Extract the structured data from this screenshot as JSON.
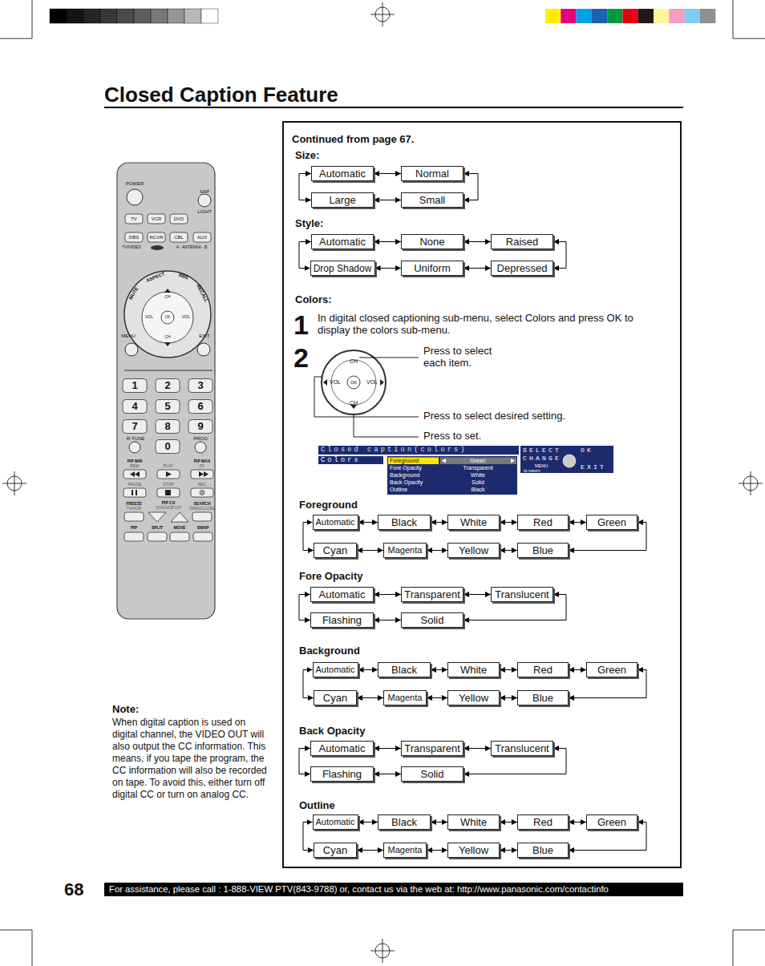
{
  "diagram": {
    "title": "Closed Caption Feature",
    "nodes": [
      {
        "text": [
          "Continued from page 67."
        ]
      },
      {
        "text": [
          "Automatic"
        ],
        "in": 0
      },
      {
        "text": [
          "Normal"
        ],
        "in": 0
      },
      {
        "text": [
          "Large"
        ],
        "in": 0
      },
      {
        "text": [
          "Small"
        ],
        "in": 0
      },
      {
        "text": [
          "Automatic"
        ],
        "in": 0
      },
      {
        "text": [
          "None"
        ],
        "in": 0
      },
      {
        "text": [
          "Raised"
        ],
        "in": 0
      },
      {
        "text": [
          "Drop Shadow"
        ],
        "in": 0
      },
      {
        "text": [
          "Uniform"
        ],
        "in": 0
      },
      {
        "text": [
          "Depressed"
        ],
        "in": 0
      },
      {
        "text": [
          "Automatic"
        ],
        "in": 0
      },
      {
        "text": [
          "Black"
        ],
        "in": 0
      },
      {
        "text": [
          "White"
        ],
        "in": 0
      },
      {
        "text": [
          "Red"
        ],
        "in": 0
      },
      {
        "text": [
          "Green"
        ],
        "in": 0
      },
      {
        "text": [
          "Cyan"
        ],
        "in": 0
      },
      {
        "text": [
          "Magenta"
        ],
        "in": 0
      },
      {
        "text": [
          "Yellow"
        ],
        "in": 0
      },
      {
        "text": [
          "Blue"
        ],
        "in": 0
      },
      {
        "text": [
          "Automatic"
        ],
        "in": 0
      },
      {
        "text": [
          "Transparent"
        ],
        "in": 0
      },
      {
        "text": [
          "Translucent"
        ],
        "in": 0
      },
      {
        "text": [
          "Flashing"
        ],
        "in": 0
      },
      {
        "text": [
          "Solid"
        ],
        "in": 0
      },
      {
        "text": [
          "Automatic"
        ],
        "in": 0
      },
      {
        "text": [
          "Black"
        ],
        "in": 0
      },
      {
        "text": [
          "White"
        ],
        "in": 0
      },
      {
        "text": [
          "Red"
        ],
        "in": 0
      },
      {
        "text": [
          "Green"
        ],
        "in": 0
      },
      {
        "text": [
          "Cyan"
        ],
        "in": 0
      },
      {
        "text": [
          "Magenta"
        ],
        "in": 0
      },
      {
        "text": [
          "Yellow"
        ],
        "in": 0
      },
      {
        "text": [
          "Blue"
        ],
        "in": 0
      },
      {
        "text": [
          "Automatic"
        ],
        "in": 0
      },
      {
        "text": [
          "Transparent"
        ],
        "in": 0
      },
      {
        "text": [
          "Translucent"
        ],
        "in": 0
      },
      {
        "text": [
          "Flashing"
        ],
        "in": 0
      },
      {
        "text": [
          "Solid"
        ],
        "in": 0
      },
      {
        "text": [
          "Automatic"
        ],
        "in": 0
      },
      {
        "text": [
          "Black"
        ],
        "in": 0
      },
      {
        "text": [
          "White"
        ],
        "in": 0
      },
      {
        "text": [
          "Red"
        ],
        "in": 0
      },
      {
        "text": [
          "Green"
        ],
        "in": 0
      },
      {
        "text": [
          "Cyan"
        ],
        "in": 0
      },
      {
        "text": [
          "Magenta"
        ],
        "in": 0
      },
      {
        "text": [
          "Yellow"
        ],
        "in": 0
      },
      {
        "text": [
          "Blue"
        ],
        "in": 0
      }
    ],
    "edges": [
      {
        "from": 1,
        "to": 2,
        "arrow": "both"
      },
      {
        "from": 2,
        "to": 4,
        "arrow": "both"
      },
      {
        "from": 4,
        "to": 3,
        "arrow": "both"
      },
      {
        "from": 3,
        "to": 1,
        "arrow": "both"
      },
      {
        "from": 5,
        "to": 6,
        "arrow": "both"
      },
      {
        "from": 6,
        "to": 7,
        "arrow": "both"
      },
      {
        "from": 7,
        "to": 10,
        "arrow": "both"
      },
      {
        "from": 10,
        "to": 9,
        "arrow": "both"
      },
      {
        "from": 9,
        "to": 8,
        "arrow": "both"
      },
      {
        "from": 8,
        "to": 5,
        "arrow": "both"
      },
      {
        "from": 11,
        "to": 12,
        "arrow": "both"
      },
      {
        "from": 12,
        "to": 13,
        "arrow": "both"
      },
      {
        "from": 13,
        "to": 14,
        "arrow": "both"
      },
      {
        "from": 14,
        "to": 15,
        "arrow": "both"
      },
      {
        "from": 15,
        "to": 19,
        "arrow": "both"
      },
      {
        "from": 19,
        "to": 18,
        "arrow": "both"
      },
      {
        "from": 18,
        "to": 17,
        "arrow": "both"
      },
      {
        "from": 17,
        "to": 16,
        "arrow": "both"
      },
      {
        "from": 16,
        "to": 11,
        "arrow": "both"
      },
      {
        "from": 20,
        "to": 21,
        "arrow": "both"
      },
      {
        "from": 21,
        "to": 22,
        "arrow": "both"
      },
      {
        "from": 22,
        "to": 24,
        "arrow": "both"
      },
      {
        "from": 24,
        "to": 23,
        "arrow": "both"
      },
      {
        "from": 23,
        "to": 20,
        "arrow": "both"
      },
      {
        "from": 25,
        "to": 26,
        "arrow": "both"
      },
      {
        "from": 26,
        "to": 27,
        "arrow": "both"
      },
      {
        "from": 27,
        "to": 28,
        "arrow": "both"
      },
      {
        "from": 28,
        "to": 29,
        "arrow": "both"
      },
      {
        "from": 29,
        "to": 33,
        "arrow": "both"
      },
      {
        "from": 33,
        "to": 32,
        "arrow": "both"
      },
      {
        "from": 32,
        "to": 31,
        "arrow": "both"
      },
      {
        "from": 31,
        "to": 30,
        "arrow": "both"
      },
      {
        "from": 30,
        "to": 25,
        "arrow": "both"
      },
      {
        "from": 34,
        "to": 35,
        "arrow": "both"
      },
      {
        "from": 35,
        "to": 36,
        "arrow": "both"
      },
      {
        "from": 36,
        "to": 38,
        "arrow": "both"
      },
      {
        "from": 38,
        "to": 37,
        "arrow": "both"
      },
      {
        "from": 37,
        "to": 34,
        "arrow": "both"
      },
      {
        "from": 39,
        "to": 40,
        "arrow": "both"
      },
      {
        "from": 40,
        "to": 41,
        "arrow": "both"
      },
      {
        "from": 41,
        "to": 42,
        "arrow": "both"
      },
      {
        "from": 42,
        "to": 43,
        "arrow": "both"
      },
      {
        "from": 43,
        "to": 47,
        "arrow": "both"
      },
      {
        "from": 47,
        "to": 46,
        "arrow": "both"
      },
      {
        "from": 46,
        "to": 45,
        "arrow": "both"
      },
      {
        "from": 45,
        "to": 44,
        "arrow": "both"
      },
      {
        "from": 44,
        "to": 39,
        "arrow": "both"
      }
    ],
    "labels": [
      "Size:",
      "Style:",
      "Colors:",
      "1",
      "In digital closed captioning sub-menu, select Colors and press OK to display the colors sub-menu.",
      "2",
      "Press to select each item.",
      "Press to select desired setting.",
      "Press to set.",
      "CH",
      "VOL",
      "OK",
      "VOL",
      "CH",
      "Closed caption(colors)",
      "Colors",
      "Foreground",
      "Fore Opacity",
      "Background",
      "Back Opacity",
      "Outline",
      "Green",
      "Transparent",
      "White",
      "Solid",
      "Black",
      "SELECT",
      "OK",
      "CHANGE",
      "EXIT",
      "MENU",
      "to return",
      "Foreground",
      "Fore Opacity",
      "Background",
      "Back Opacity",
      "Outline",
      "Note:",
      "When digital caption is used on digital channel, the VIDEO OUT will also output the CC information. This means, if you tape the program, the CC information will also be recorded on tape. To avoid this, either turn off digital CC or turn on analog CC.",
      "68",
      "For assistance, please call : 1-888-VIEW PTV(843-9788) or, contact us via the web at: http://www.panasonic.com/contactinfo",
      "POWER",
      "SAP",
      "LIGHT",
      "TV",
      "VCR",
      "DVD",
      "DBS",
      "RCVR",
      "CBL",
      "AUX",
      "TV/VIDEO",
      "A - ANTENNA - B",
      "ASPECT",
      "BBE",
      "MUTE",
      "RECALL",
      "CH",
      "VOL",
      "OK",
      "VOL",
      "CH",
      "MENU",
      "EXIT",
      "1",
      "2",
      "3",
      "4",
      "5",
      "6",
      "7",
      "8",
      "9",
      "0",
      "R-TUNE",
      "PROG",
      "PIP MIN",
      "REW",
      "PLAY",
      "PIP MAX",
      "FF",
      "PAUSE",
      "STOP",
      "REC",
      "FREEZE",
      "TV/VCR",
      "PIP CH",
      "DVD/VCR CH",
      "SEARCH",
      "OPEN/CLOSE",
      "PIP",
      "SPLIT",
      "MOVE",
      "SWAP"
    ]
  }
}
